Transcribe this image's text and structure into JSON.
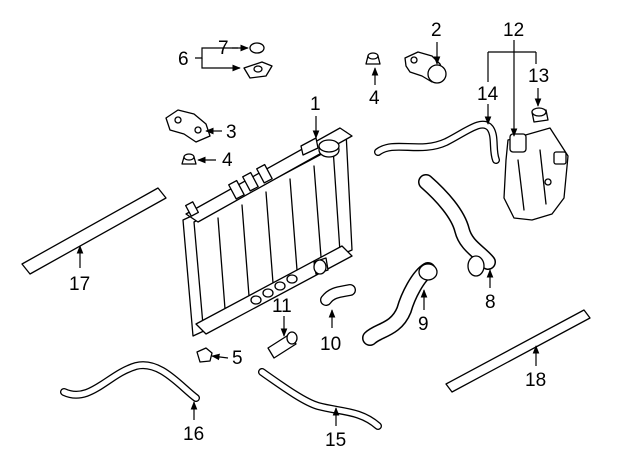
{
  "callouts": [
    {
      "id": "c1",
      "text": "1"
    },
    {
      "id": "c2",
      "text": "2"
    },
    {
      "id": "c3",
      "text": "3"
    },
    {
      "id": "c4a",
      "text": "4"
    },
    {
      "id": "c4b",
      "text": "4"
    },
    {
      "id": "c5",
      "text": "5"
    },
    {
      "id": "c6",
      "text": "6"
    },
    {
      "id": "c7",
      "text": "7"
    },
    {
      "id": "c8",
      "text": "8"
    },
    {
      "id": "c9",
      "text": "9"
    },
    {
      "id": "c10",
      "text": "10"
    },
    {
      "id": "c11",
      "text": "11"
    },
    {
      "id": "c12",
      "text": "12"
    },
    {
      "id": "c13",
      "text": "13"
    },
    {
      "id": "c14",
      "text": "14"
    },
    {
      "id": "c15",
      "text": "15"
    },
    {
      "id": "c16",
      "text": "16"
    },
    {
      "id": "c17",
      "text": "17"
    },
    {
      "id": "c18",
      "text": "18"
    }
  ]
}
